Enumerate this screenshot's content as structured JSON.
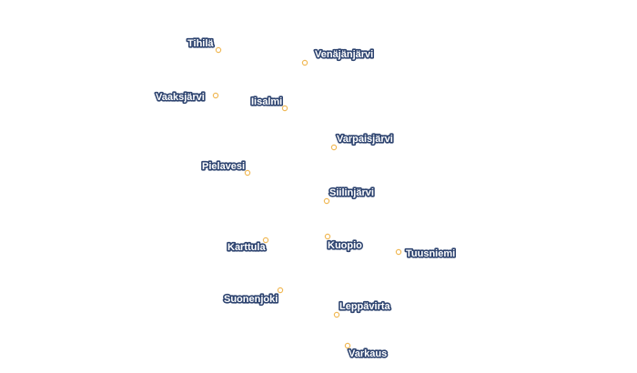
{
  "map": {
    "places": [
      {
        "id": "tihila",
        "name": "Tihilä"
      },
      {
        "id": "venajanjarvi",
        "name": "Venäjänjärvi"
      },
      {
        "id": "vaaksjarvi",
        "name": "Vaaksjärvi"
      },
      {
        "id": "iisalmi",
        "name": "Iisalmi"
      },
      {
        "id": "varpaisjarvi",
        "name": "Varpaisjärvi"
      },
      {
        "id": "pielavesi",
        "name": "Pielavesi"
      },
      {
        "id": "siilinjarvi",
        "name": "Siilinjärvi"
      },
      {
        "id": "karttula",
        "name": "Karttula"
      },
      {
        "id": "kuopio",
        "name": "Kuopio"
      },
      {
        "id": "tuusniemi",
        "name": "Tuusniemi"
      },
      {
        "id": "suonenjoki",
        "name": "Suonenjoki"
      },
      {
        "id": "leppavirta",
        "name": "Leppävirta"
      },
      {
        "id": "varkaus",
        "name": "Varkaus"
      }
    ],
    "colors": {
      "background": "#ffffff",
      "marker": "#f0b957",
      "label_halo": "#2e4470",
      "label_text": "#ffffff"
    }
  }
}
